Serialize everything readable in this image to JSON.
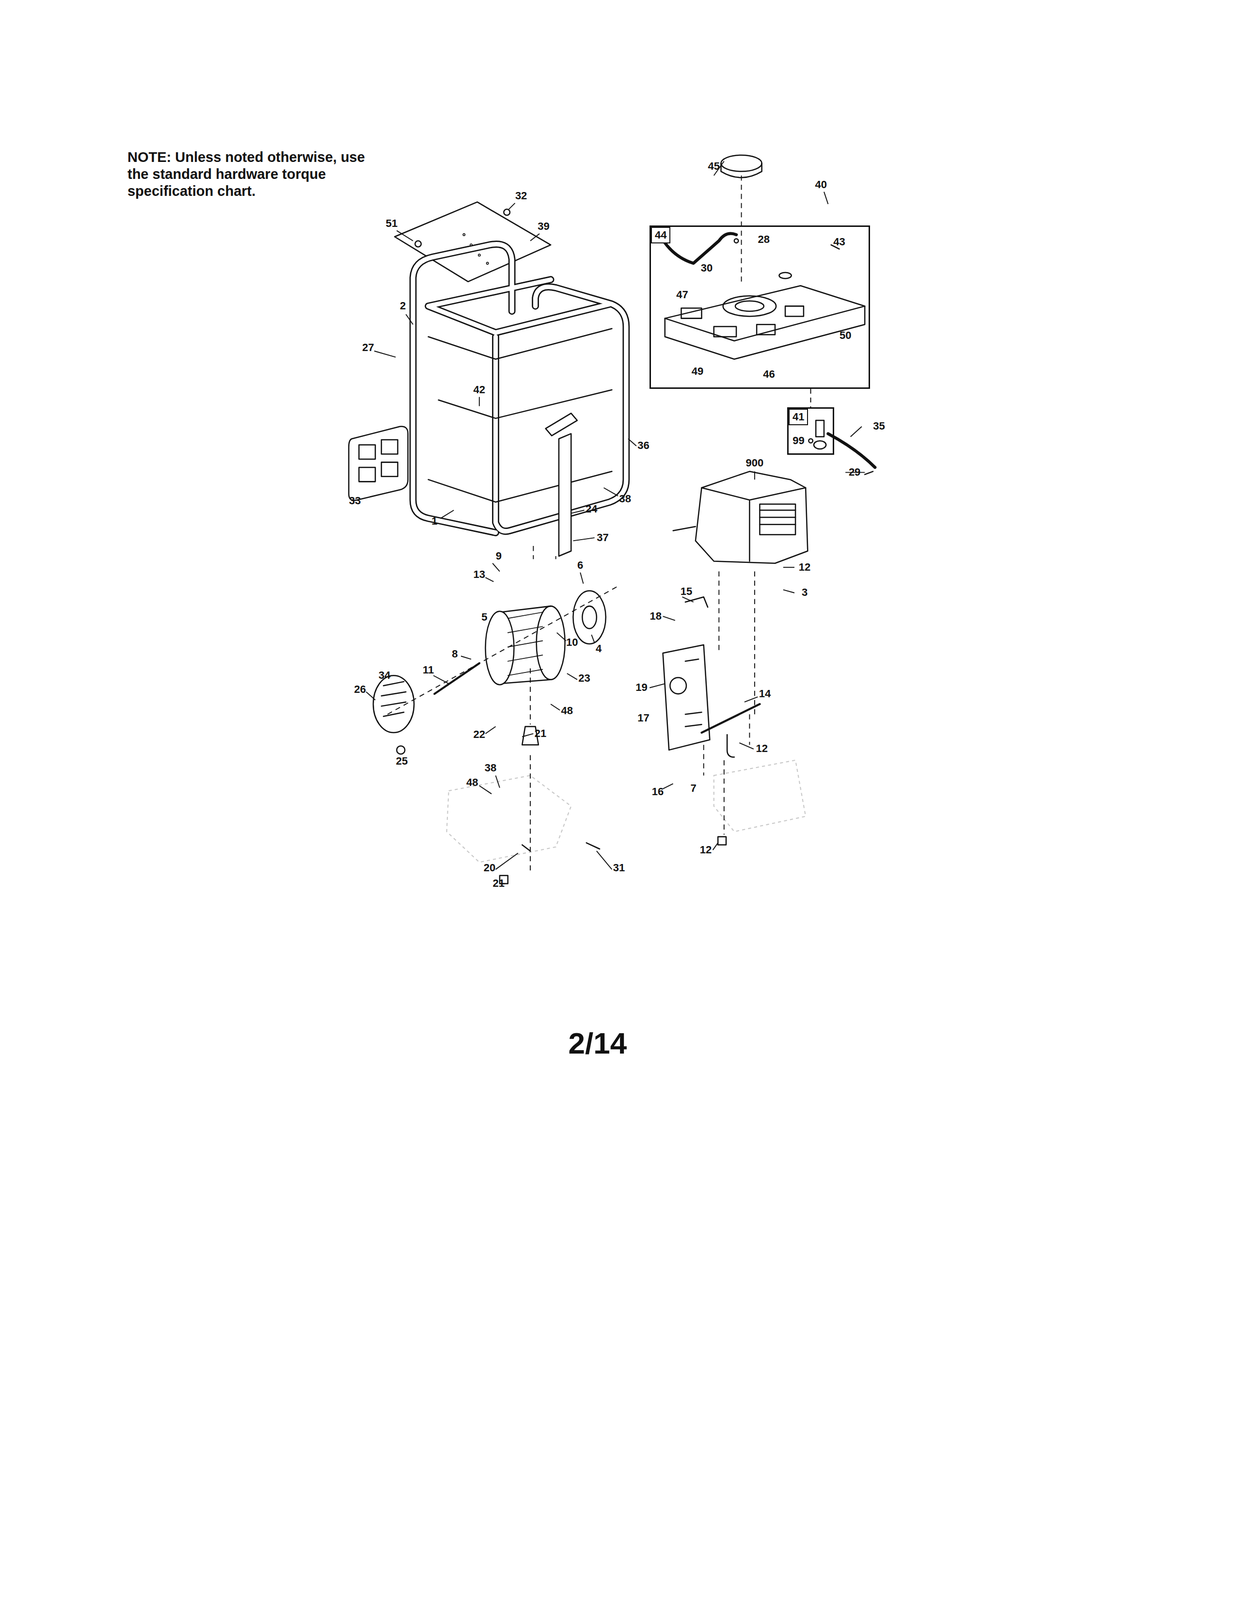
{
  "diagram": {
    "nodes": [
      {
        "text": [
          "44"
        ]
      },
      {
        "text": [
          "41"
        ]
      }
    ],
    "edges": [
      {
        "from": 0,
        "to": 1,
        "arrow": "none"
      }
    ],
    "labels": [
      "NOTE: Unless noted otherwise, use the standard hardware torque specification chart.",
      "32",
      "51",
      "39",
      "2",
      "27",
      "42",
      "36",
      "38",
      "33",
      "1",
      "24",
      "37",
      "45",
      "40",
      "28",
      "43",
      "30",
      "47",
      "50",
      "49",
      "46",
      "99",
      "35",
      "29",
      "900",
      "9",
      "13",
      "6",
      "12",
      "3",
      "15",
      "18",
      "5",
      "4",
      "10",
      "8",
      "11",
      "23",
      "34",
      "26",
      "48",
      "19",
      "14",
      "17",
      "22",
      "21",
      "25",
      "12",
      "38",
      "48",
      "16",
      "7",
      "20",
      "31",
      "12",
      "21",
      "2/14"
    ]
  }
}
